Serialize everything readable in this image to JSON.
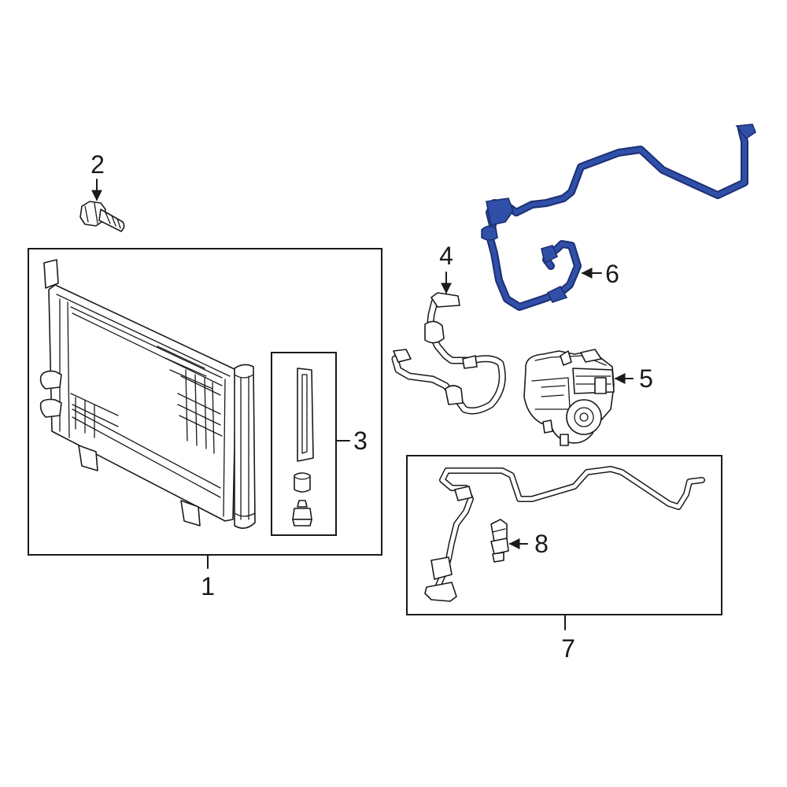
{
  "callouts": {
    "c1": "1",
    "c2": "2",
    "c3": "3",
    "c4": "4",
    "c5": "5",
    "c6": "6",
    "c7": "7",
    "c8": "8"
  },
  "colors": {
    "highlight": "#2f4fa8",
    "highlight_dark": "#1d2f73",
    "line": "#1a1a1a",
    "background": "#ffffff"
  }
}
